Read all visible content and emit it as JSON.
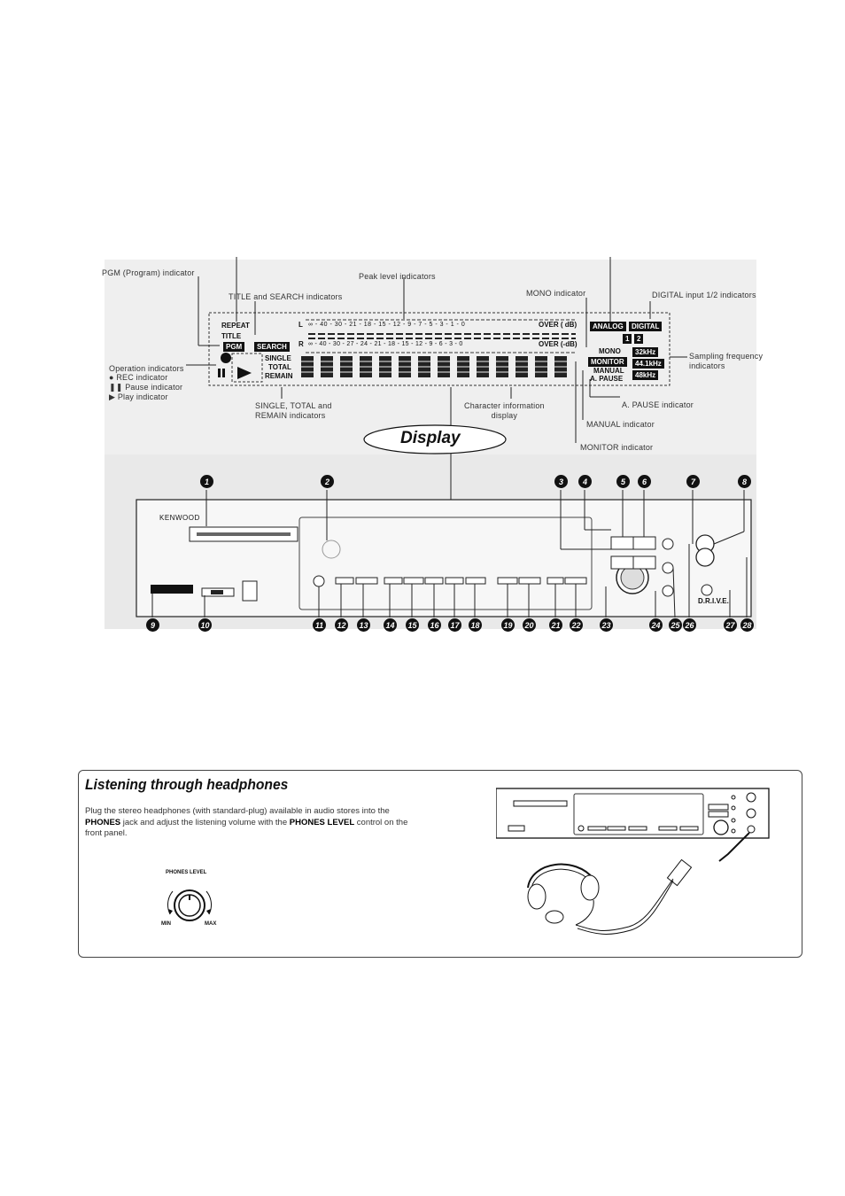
{
  "display_callouts": {
    "pgm": "PGM (Program) indicator",
    "title_search": "TITLE and SEARCH indicators",
    "peak_level": "Peak level indicators",
    "mono": "MONO indicator",
    "digital_input": "DIGITAL input 1/2 indicators",
    "operation_title": "Operation indicators",
    "operation_rec": "REC indicator",
    "operation_pause": "Pause indicator",
    "operation_play": "Play indicator",
    "single_total_remain_1": "SINGLE, TOTAL and",
    "single_total_remain_2": "REMAIN indicators",
    "character_info_1": "Character information",
    "character_info_2": "display",
    "sampling_1": "Sampling frequency",
    "sampling_2": "indicators",
    "a_pause": "A. PAUSE indicator",
    "manual": "MANUAL indicator",
    "monitor": "MONITOR indicator"
  },
  "display_panel": {
    "repeat": "REPEAT",
    "title": "TITLE",
    "pgm": "PGM",
    "search": "SEARCH",
    "meter_l_label": "L",
    "meter_r_label": "R",
    "meter_l_scale": "∞ - 40 - 30 - 21 - 18 - 15 - 12 - 9 - 7 - 5 - 3 - 1 - 0",
    "meter_r_scale": "∞ - 40 - 30 - 27 - 24 - 21 - 18 - 15 - 12 - 9 - 6 - 3 - 0",
    "meter_l_over": "OVER ( dB)",
    "meter_r_over": "OVER (-dB)",
    "single": "SINGLE",
    "total": "TOTAL",
    "remain": "REMAIN",
    "analog": "ANALOG",
    "digital": "DIGITAL",
    "input_1": "1",
    "input_2": "2",
    "mono": "MONO",
    "monitor": "MONITOR",
    "manual": "MANUAL",
    "a_pause": "A. PAUSE",
    "freq_32": "32kHz",
    "freq_441": "44.1kHz",
    "freq_48": "48kHz"
  },
  "display_title": "Display",
  "front_panel": {
    "brand": "KENWOOD",
    "drive_label": "D.R.I.V.E.",
    "top_numbers": [
      "1",
      "2",
      "3",
      "4",
      "5",
      "6",
      "7",
      "8"
    ],
    "bottom_numbers": [
      "9",
      "10",
      "11",
      "12",
      "13",
      "14",
      "15",
      "16",
      "17",
      "18",
      "19",
      "20",
      "21",
      "22",
      "23",
      "24",
      "25",
      "26",
      "27",
      "28"
    ]
  },
  "headphones": {
    "heading": "Listening through headphones",
    "body_1": "Plug the stereo headphones (with standard-plug) available in audio stores into the ",
    "phones": "PHONES",
    "body_2": " jack and adjust the listening volume with the ",
    "phones_level": "PHONES LEVEL",
    "body_3": " control on the front panel.",
    "knob_label": "PHONES LEVEL",
    "knob_min": "MIN",
    "knob_max": "MAX"
  }
}
